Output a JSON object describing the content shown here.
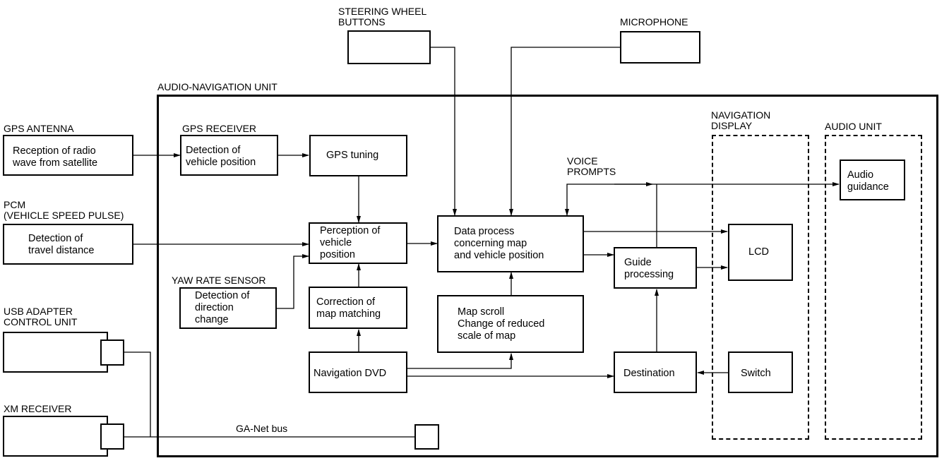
{
  "diagram": {
    "unit_title": "AUDIO-NAVIGATION UNIT",
    "external": {
      "steering_wheel_buttons": {
        "label": "STEERING WHEEL\nBUTTONS"
      },
      "microphone": {
        "label": "MICROPHONE"
      },
      "gps_antenna": {
        "label": "GPS ANTENNA",
        "box_text": "Reception of radio\nwave from satellite"
      },
      "pcm": {
        "label": "PCM\n(VEHICLE SPEED PULSE)",
        "box_text": "Detection of\ntravel distance"
      },
      "usb_adapter": {
        "label": "USB ADAPTER\nCONTROL UNIT"
      },
      "xm_receiver": {
        "label": "XM RECEIVER"
      }
    },
    "internal": {
      "gps_receiver": {
        "label": "GPS RECEIVER",
        "box_text": "Detection of\nvehicle position"
      },
      "gps_tuning": {
        "box_text": "GPS tuning"
      },
      "perception": {
        "box_text": "Perception of\nvehicle\nposition"
      },
      "yaw_rate_sensor": {
        "label": "YAW RATE SENSOR",
        "box_text": "Detection of\ndirection\nchange"
      },
      "correction": {
        "box_text": "Correction of\nmap matching"
      },
      "navigation_dvd": {
        "box_text": "Navigation DVD"
      },
      "data_process": {
        "box_text": "Data process\nconcerning map\nand vehicle position"
      },
      "map_scroll": {
        "box_text": "Map scroll\nChange of reduced\nscale of map"
      },
      "guide_processing": {
        "box_text": "Guide\nprocessing"
      },
      "destination": {
        "box_text": "Destination"
      },
      "voice_prompts": {
        "label": "VOICE\nPROMPTS"
      },
      "ga_net_bus": {
        "label": "GA-Net bus"
      }
    },
    "navigation_display": {
      "label": "NAVIGATION\nDISPLAY",
      "lcd": "LCD",
      "switch": "Switch"
    },
    "audio_unit": {
      "label": "AUDIO UNIT",
      "audio_guidance": "Audio\nguidance"
    }
  }
}
